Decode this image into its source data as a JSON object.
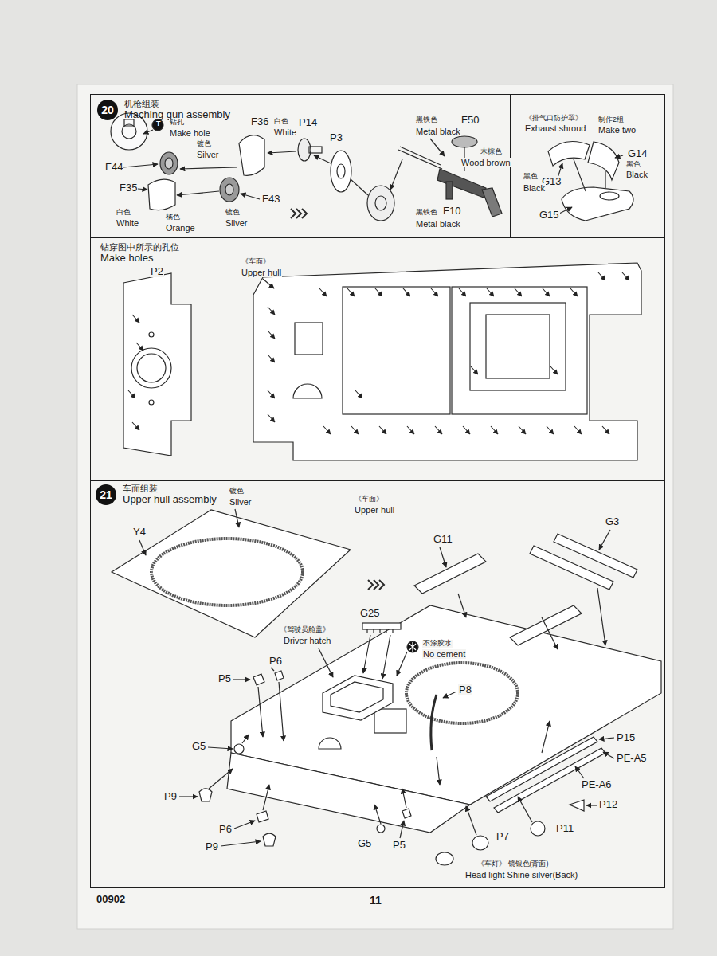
{
  "diagram": {
    "nodes": [
      {
        "text": [
          "机枪组装",
          "Maching gun assembly"
        ]
      },
      {
        "text": [
          "20"
        ],
        "in": 0
      },
      {
        "text": [
          "《排气口防护罩》",
          "Exhaust shroud",
          "制作2组",
          "Make two"
        ]
      },
      {
        "text": [
          "钻穿图中所示的孔位",
          "Make holes"
        ]
      },
      {
        "text": [
          "车面组装",
          "Upper hull assembly"
        ]
      },
      {
        "text": [
          "21"
        ],
        "in": 4
      }
    ],
    "labels": [
      "钻孔",
      "Make hole",
      "T",
      "F36",
      "白色",
      "White",
      "P14",
      "P3",
      "黑铁色",
      "F50",
      "Metal black",
      "镀色",
      "Silver",
      "F44",
      "F35",
      "木棕色",
      "Wood brown",
      "F43",
      "白色",
      "White",
      "橘色",
      "Orange",
      "镀色",
      "Silver",
      "黑铁色",
      "F10",
      "Metal black",
      "G14",
      "黑色",
      "Black",
      "黑色",
      "G13",
      "Black",
      "G15",
      "P2",
      "《车面》",
      "Upper hull",
      "镀色",
      "《车面》",
      "Silver",
      "Upper hull",
      "Y4",
      "G11",
      "G3",
      "G25",
      "《驾驶员舱盖》",
      "Driver hatch",
      "不涂胶水",
      "No cement",
      "P6",
      "P5",
      "P8",
      "P15",
      "G5",
      "PE-A5",
      "PE-A6",
      "P9",
      "P12",
      "P6",
      "P11",
      "P7",
      "G5",
      "P5",
      "P9",
      "《车灯》 镜银色(背面)",
      "Head light Shine silver(Back)",
      "00902",
      "11"
    ]
  }
}
